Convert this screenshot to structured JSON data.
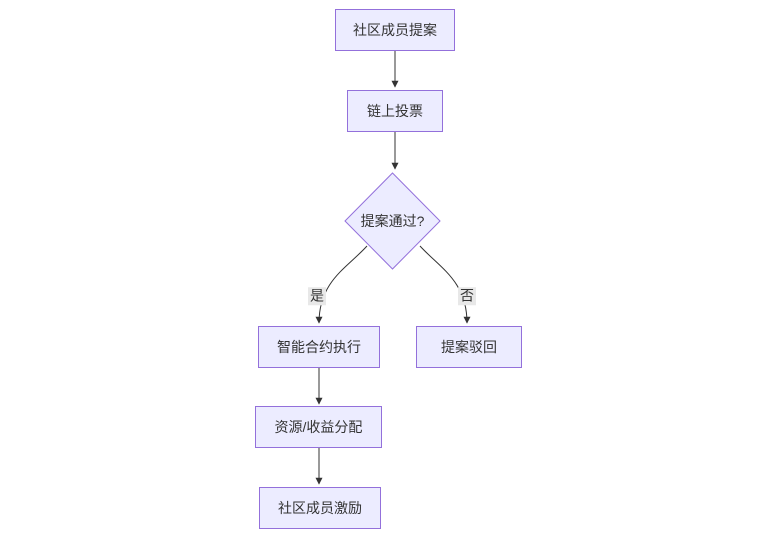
{
  "diagram": {
    "type": "flowchart",
    "direction": "top-down",
    "colors": {
      "background": "#ffffff",
      "node_fill": "#ECECFF",
      "node_border": "#9370DB",
      "edge_stroke": "#333333",
      "text": "#333333",
      "edge_label_bg": "#e8e8e8"
    },
    "nodes": [
      {
        "id": "A",
        "shape": "rect",
        "label": "社区成员提案"
      },
      {
        "id": "B",
        "shape": "rect",
        "label": "链上投票"
      },
      {
        "id": "C",
        "shape": "diamond",
        "label": "提案通过?"
      },
      {
        "id": "D",
        "shape": "rect",
        "label": "智能合约执行"
      },
      {
        "id": "E",
        "shape": "rect",
        "label": "提案驳回"
      },
      {
        "id": "F",
        "shape": "rect",
        "label": "资源/收益分配"
      },
      {
        "id": "G",
        "shape": "rect",
        "label": "社区成员激励"
      }
    ],
    "edges": [
      {
        "from": "A",
        "to": "B",
        "label": ""
      },
      {
        "from": "B",
        "to": "C",
        "label": ""
      },
      {
        "from": "C",
        "to": "D",
        "label": "是"
      },
      {
        "from": "C",
        "to": "E",
        "label": "否"
      },
      {
        "from": "D",
        "to": "F",
        "label": ""
      },
      {
        "from": "F",
        "to": "G",
        "label": ""
      }
    ]
  }
}
